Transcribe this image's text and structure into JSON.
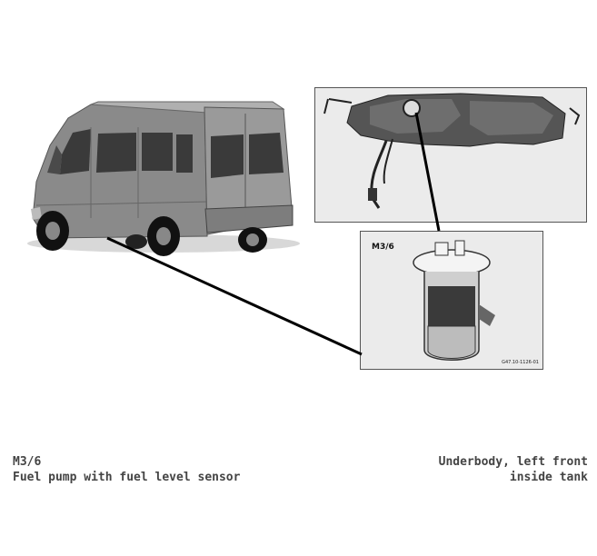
{
  "pump_panel": {
    "code_label": "M3/6",
    "reference": "G47.10-1126-01"
  },
  "caption_left": {
    "code": "M3/6",
    "description": "Fuel pump with fuel level sensor"
  },
  "caption_right": {
    "line1": "Underbody, left front",
    "line2": "inside tank"
  }
}
